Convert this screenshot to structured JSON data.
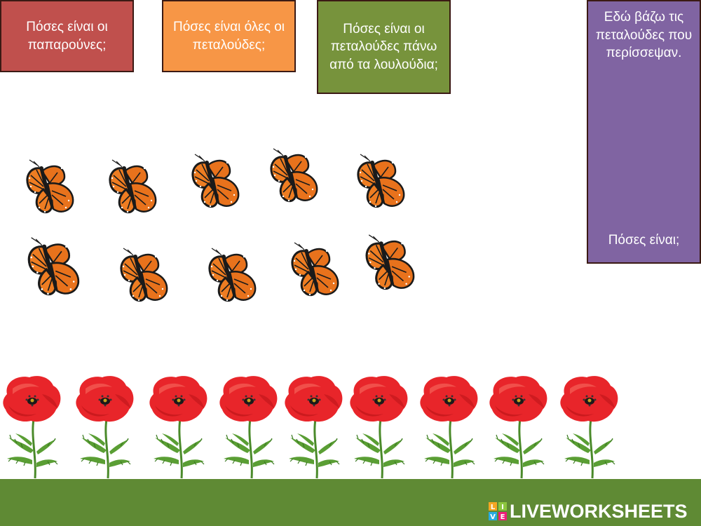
{
  "questions": {
    "poppies": "Πόσες είναι οι παπαρούνες;",
    "butterflies": "Πόσες είναι όλες οι πεταλούδες;",
    "on_flowers": "Πόσες είναι οι πεταλούδες πάνω από τα λουλούδια;",
    "leftover_title": "Εδώ βάζω τις πεταλούδες που περίσσεψαν.",
    "leftover_question": "Πόσες είναι;"
  },
  "colors": {
    "poppies_box": "#c0504d",
    "butterflies_box": "#f79646",
    "on_flowers_box": "#77933c",
    "leftover_box": "#8064a2",
    "grass": "#5f8a34",
    "butterfly_wing": "#e8721c",
    "poppy_petal": "#e8252a"
  },
  "butterfly_count": 10,
  "poppy_count": 9,
  "brand": {
    "logo_letters": [
      "L",
      "I",
      "V",
      "E"
    ],
    "name": "LIVEWORKSHEETS"
  }
}
